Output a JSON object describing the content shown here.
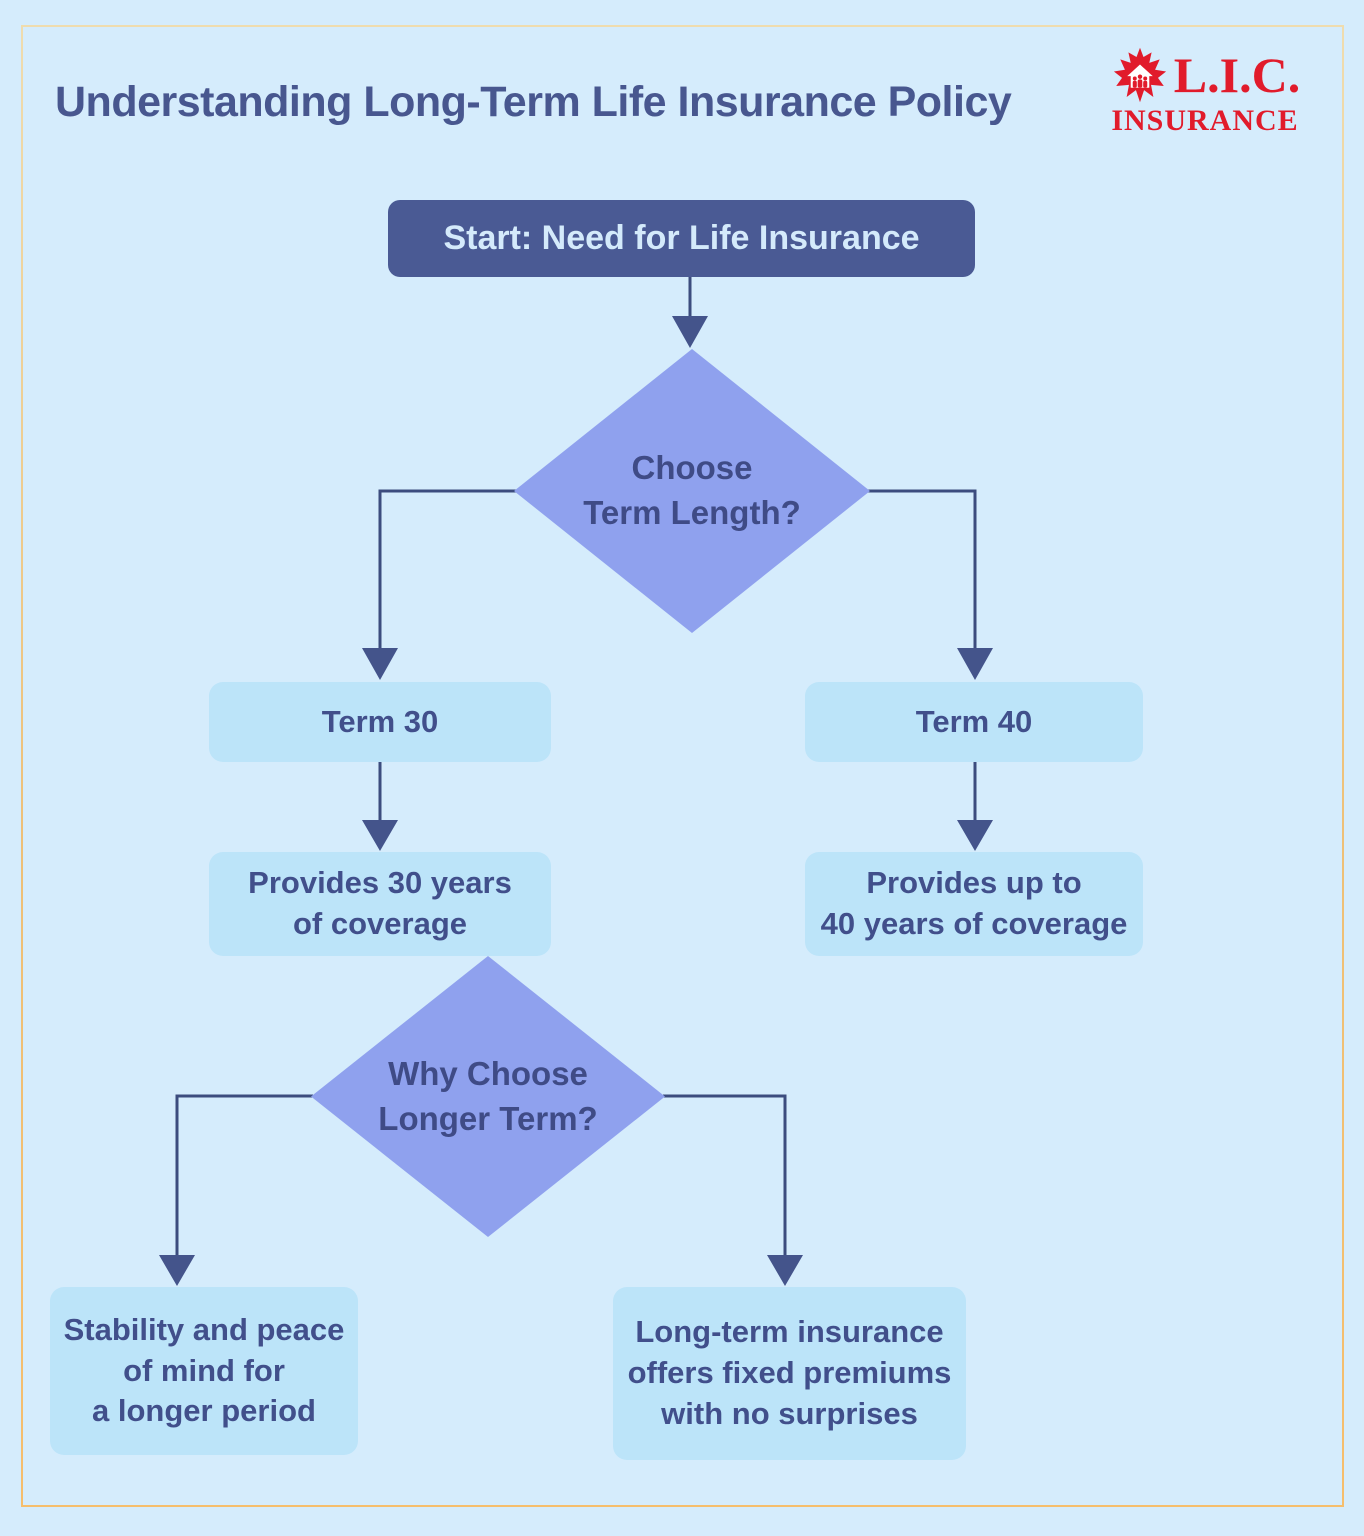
{
  "title": "Understanding Long-Term Life Insurance Policy",
  "logo": {
    "brand": "L.I.C.",
    "brand_sub": "INSURANCE",
    "icon": "maple-leaf-icon",
    "brand_color": "#e11b2b"
  },
  "colors": {
    "background": "#d5ecfc",
    "border_gold": "#f0c479",
    "node_dark_bg": "#4a5a94",
    "node_dark_text": "#d4eafb",
    "node_light_bg": "#bce4f9",
    "diamond_bg": "#8fa1ee",
    "text_dark": "#414f8b",
    "connector_line": "#3c4c7e",
    "arrowhead": "#44548b"
  },
  "nodes": {
    "start": {
      "label": "Start: Need for Life Insurance"
    },
    "decision_term": {
      "label": "Choose\nTerm Length?"
    },
    "term30": {
      "label": "Term 30"
    },
    "term40": {
      "label": "Term 40"
    },
    "coverage30": {
      "label": "Provides 30 years\nof coverage"
    },
    "coverage40": {
      "label": "Provides up to\n40 years of coverage"
    },
    "decision_why": {
      "label": "Why Choose\nLonger Term?"
    },
    "benefit_stability": {
      "label": "Stability and peace\nof mind for\na longer period"
    },
    "benefit_premiums": {
      "label": "Long-term insurance\noffers fixed premiums\nwith no surprises"
    }
  }
}
